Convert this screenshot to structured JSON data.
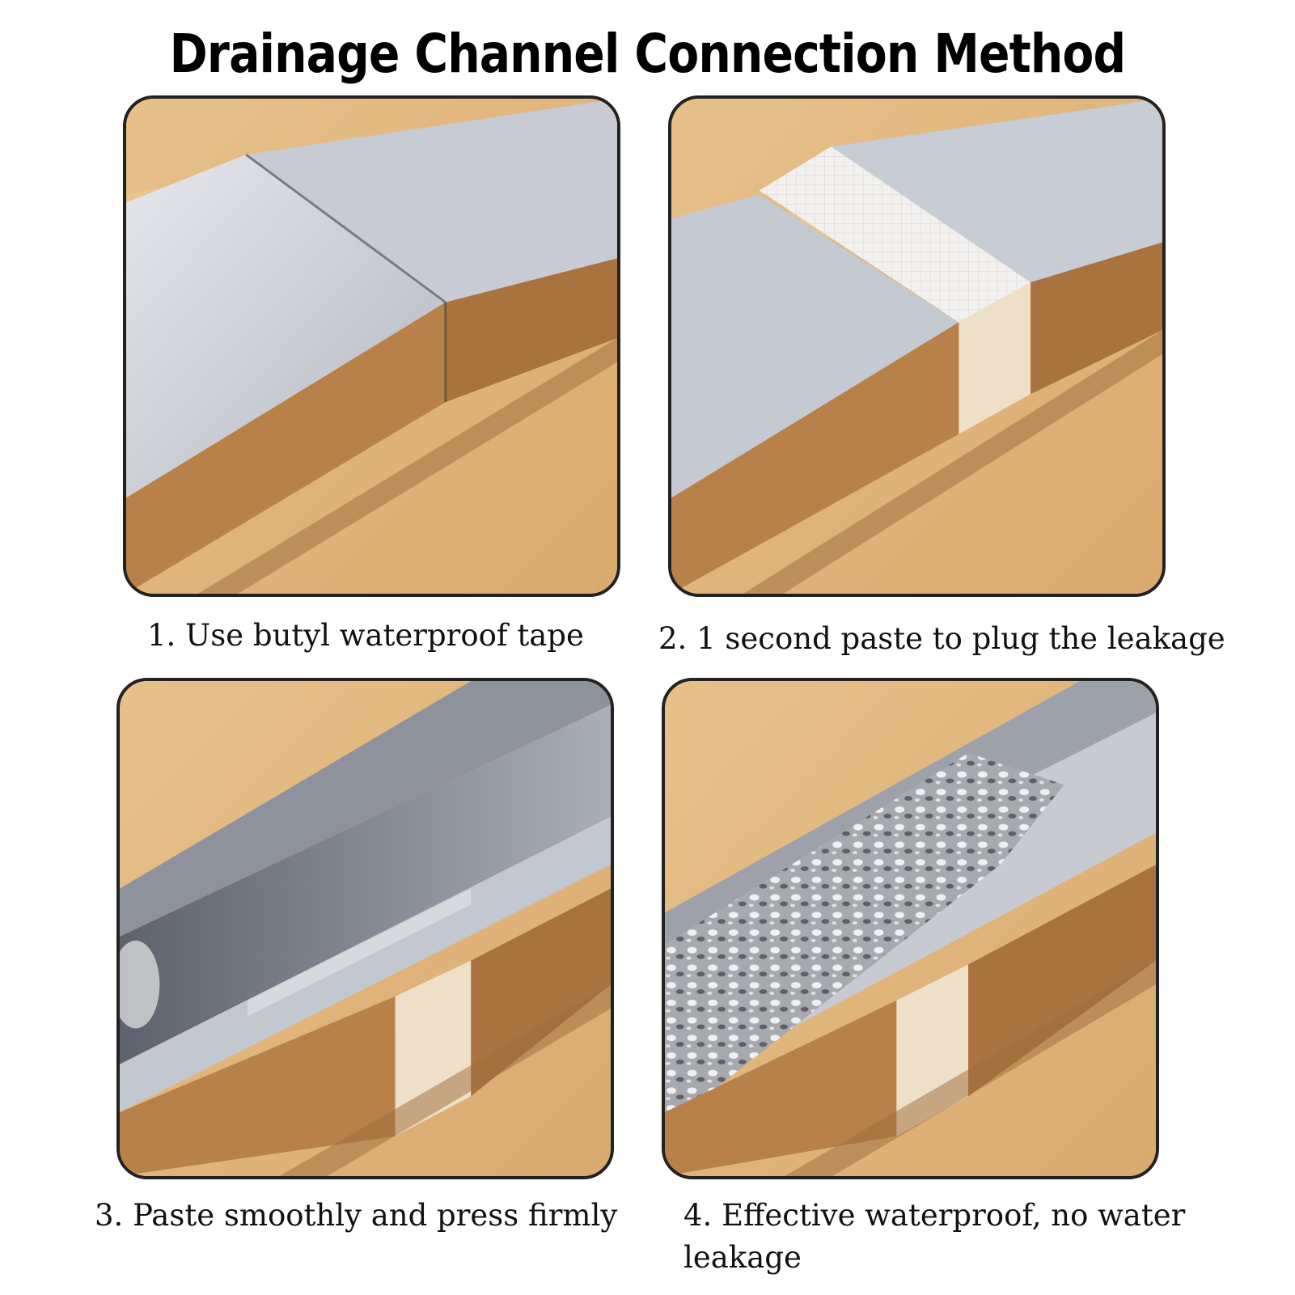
{
  "title": "Drainage Channel Connection Method",
  "steps": [
    {
      "caption": "1. Use butyl waterproof tape"
    },
    {
      "caption": "2. 1 second paste to plug the leakage"
    },
    {
      "caption": "3. Paste smoothly and press firmly"
    },
    {
      "caption": "4. Effective waterproof, no water leakage"
    }
  ],
  "colors": {
    "wood_light": "#e8c48f",
    "wood_mid": "#d4a66c",
    "wood_dark": "#b7824a",
    "steel_light": "#d9dbe1",
    "steel_mid": "#b8bcc6",
    "steel_dark": "#7c8290",
    "tape": "#eedfc8",
    "border": "#222222"
  }
}
